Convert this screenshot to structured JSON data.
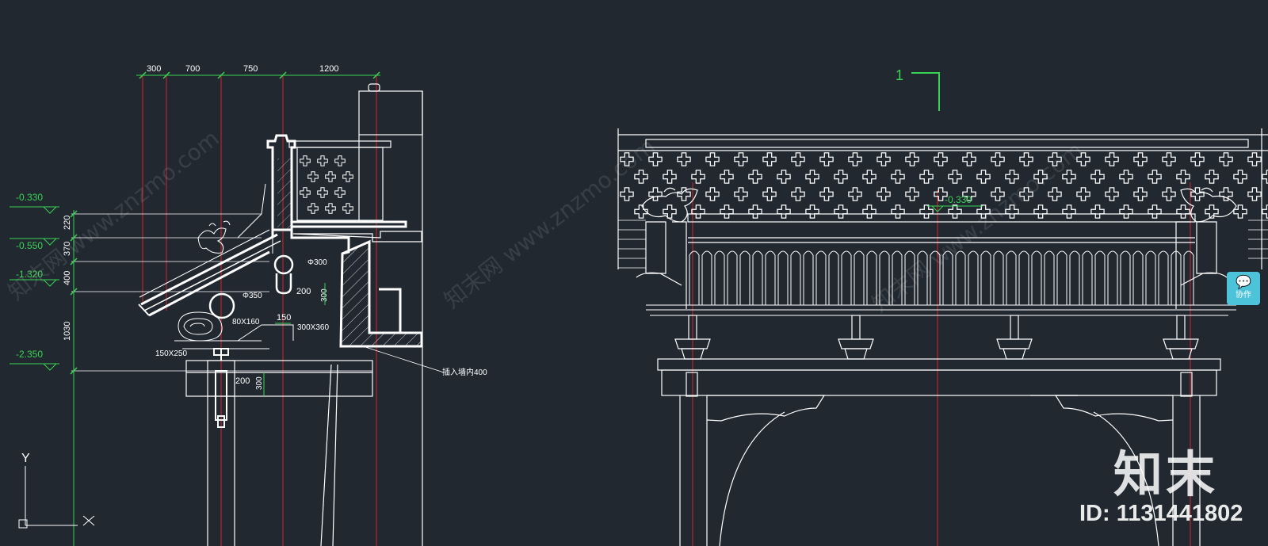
{
  "section_drawing": {
    "top_dimensions": [
      "300",
      "700",
      "750",
      "1200"
    ],
    "levels": [
      "-0.330",
      "-0.550",
      "-1.320",
      "-2.350"
    ],
    "side_dimensions": [
      "220",
      "370",
      "400",
      "1030"
    ],
    "annotations": {
      "phi300": "Φ300",
      "phi350": "Φ350",
      "d200": "200",
      "d300": "300",
      "d150": "150",
      "d80x160": "80X160",
      "d300x360": "300X360",
      "d150x250": "150X250",
      "d200b": "200",
      "d300b": "300",
      "insert_wall": "插入墙内400"
    },
    "axis": {
      "y": "Y",
      "x": "X"
    }
  },
  "elevation_drawing": {
    "section_mark": "1",
    "level": "-0.330"
  },
  "watermark": {
    "site_text": "知末网 www.znzmo.com"
  },
  "collab_button": {
    "label": "协作",
    "icon": "chat-icon"
  },
  "logo_text": "知末",
  "image_id": "ID: 1131441802",
  "colors": {
    "background": "#212830",
    "lines": "#ffffff",
    "dimension_green": "#39d353",
    "axis_red": "#d4232b",
    "collab_button": "#4cc3d9"
  }
}
